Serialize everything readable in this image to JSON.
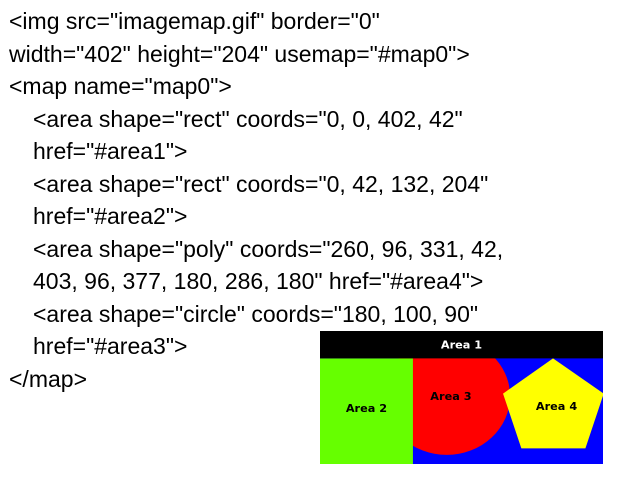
{
  "code": {
    "lines": [
      "<img src=\"imagemap.gif\" border=\"0\"",
      "width=\"402\" height=\"204\" usemap=\"#map0\">",
      "<map name=\"map0\">",
      "<area shape=\"rect\" coords=\"0, 0, 402, 42\"",
      "href=\"#area1\">",
      "<area shape=\"rect\" coords=\"0, 42, 132, 204\"",
      "href=\"#area2\">",
      "<area shape=\"poly\" coords=\"260, 96, 331, 42,",
      "403, 96, 377, 180, 286, 180\" href=\"#area4\">",
      "<area shape=\"circle\" coords=\"180, 100, 90\"",
      "href=\"#area3\">",
      "</map>"
    ]
  },
  "figure": {
    "labels": {
      "area1": "Area 1",
      "area2": "Area 2",
      "area3": "Area 3",
      "area4": "Area 4"
    },
    "colors": {
      "top_bar": "#000000",
      "background": "#0000ff",
      "left_rect": "#66ff00",
      "circle": "#ff0000",
      "pentagon": "#ffff00",
      "label_on_bar": "#ffffff",
      "label_dark": "#000000"
    }
  }
}
